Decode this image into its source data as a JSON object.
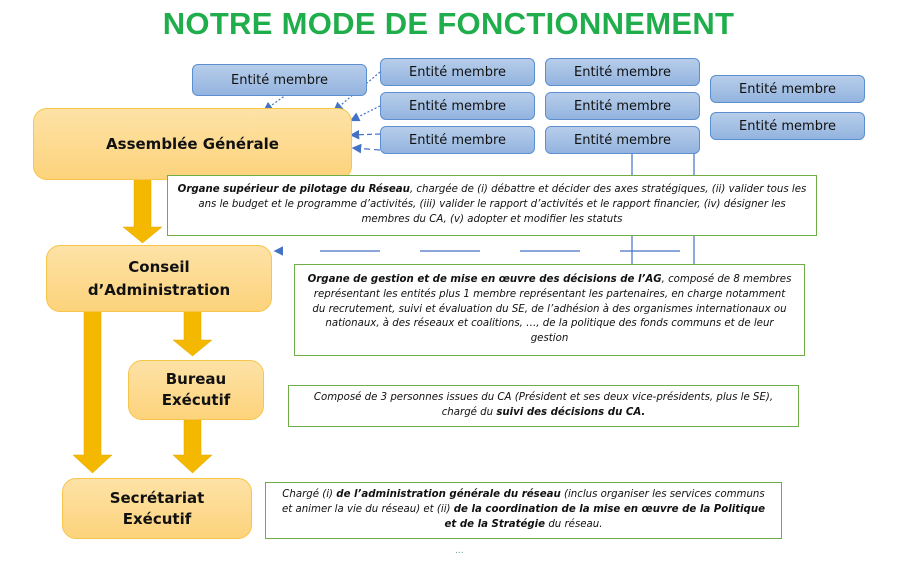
{
  "title": "NOTRE MODE DE FONCTIONNEMENT",
  "entity_label": "Entité membre",
  "entities": [
    "Entité membre",
    "Entité membre",
    "Entité membre",
    "Entité membre",
    "Entité membre",
    "Entité membre",
    "Entité membre",
    "Entité membre",
    "Entité membre"
  ],
  "organs": {
    "ag": "Assemblée Générale",
    "ca_line1": "Conseil",
    "ca_line2": "d’Administration",
    "be_line1": "Bureau",
    "be_line2": "Exécutif",
    "se_line1": "Secrétariat",
    "se_line2": "Exécutif"
  },
  "descriptions": {
    "ag_bold": "Organe supérieur de pilotage du Réseau",
    "ag_text": ", chargée de (i) débattre et décider des axes stratégiques, (ii) valider tous les ans le budget et le programme d’activités, (iii) valider le rapport d’activités et le rapport financier, (iv) désigner les membres du CA, (v) adopter et modifier les statuts",
    "ca_bold": "Organe de gestion et de mise en œuvre des décisions de l’AG",
    "ca_text": ", composé de 8 membres représentant les entités plus 1 membre représentant les partenaires, en charge notamment du recrutement, suivi et évaluation du SE, de l’adhésion à des organismes internationaux ou nationaux, à des réseaux et coalitions, …, de la politique des fonds communs et de leur gestion",
    "be_text": "Composé de 3 personnes issues du CA (Président et ses deux vice-présidents, plus le SE), chargé du ",
    "be_bold": "suivi des décisions du CA.",
    "se_t1": "Chargé (i) ",
    "se_b1": "de l’administration générale du réseau",
    "se_t2": " (inclus organiser les services communs et animer la vie du réseau) et (ii) ",
    "se_b2": "de la coordination de la mise en œuvre de la Politique et de la Stratégie",
    "se_t3": " du réseau."
  },
  "footer": "...",
  "colors": {
    "title": "#1fae4b",
    "organ": "#fdd37c",
    "arrow": "#f5b800",
    "entity": "#9dbae2",
    "border_green": "#70ad47",
    "connector": "#4472c4"
  }
}
